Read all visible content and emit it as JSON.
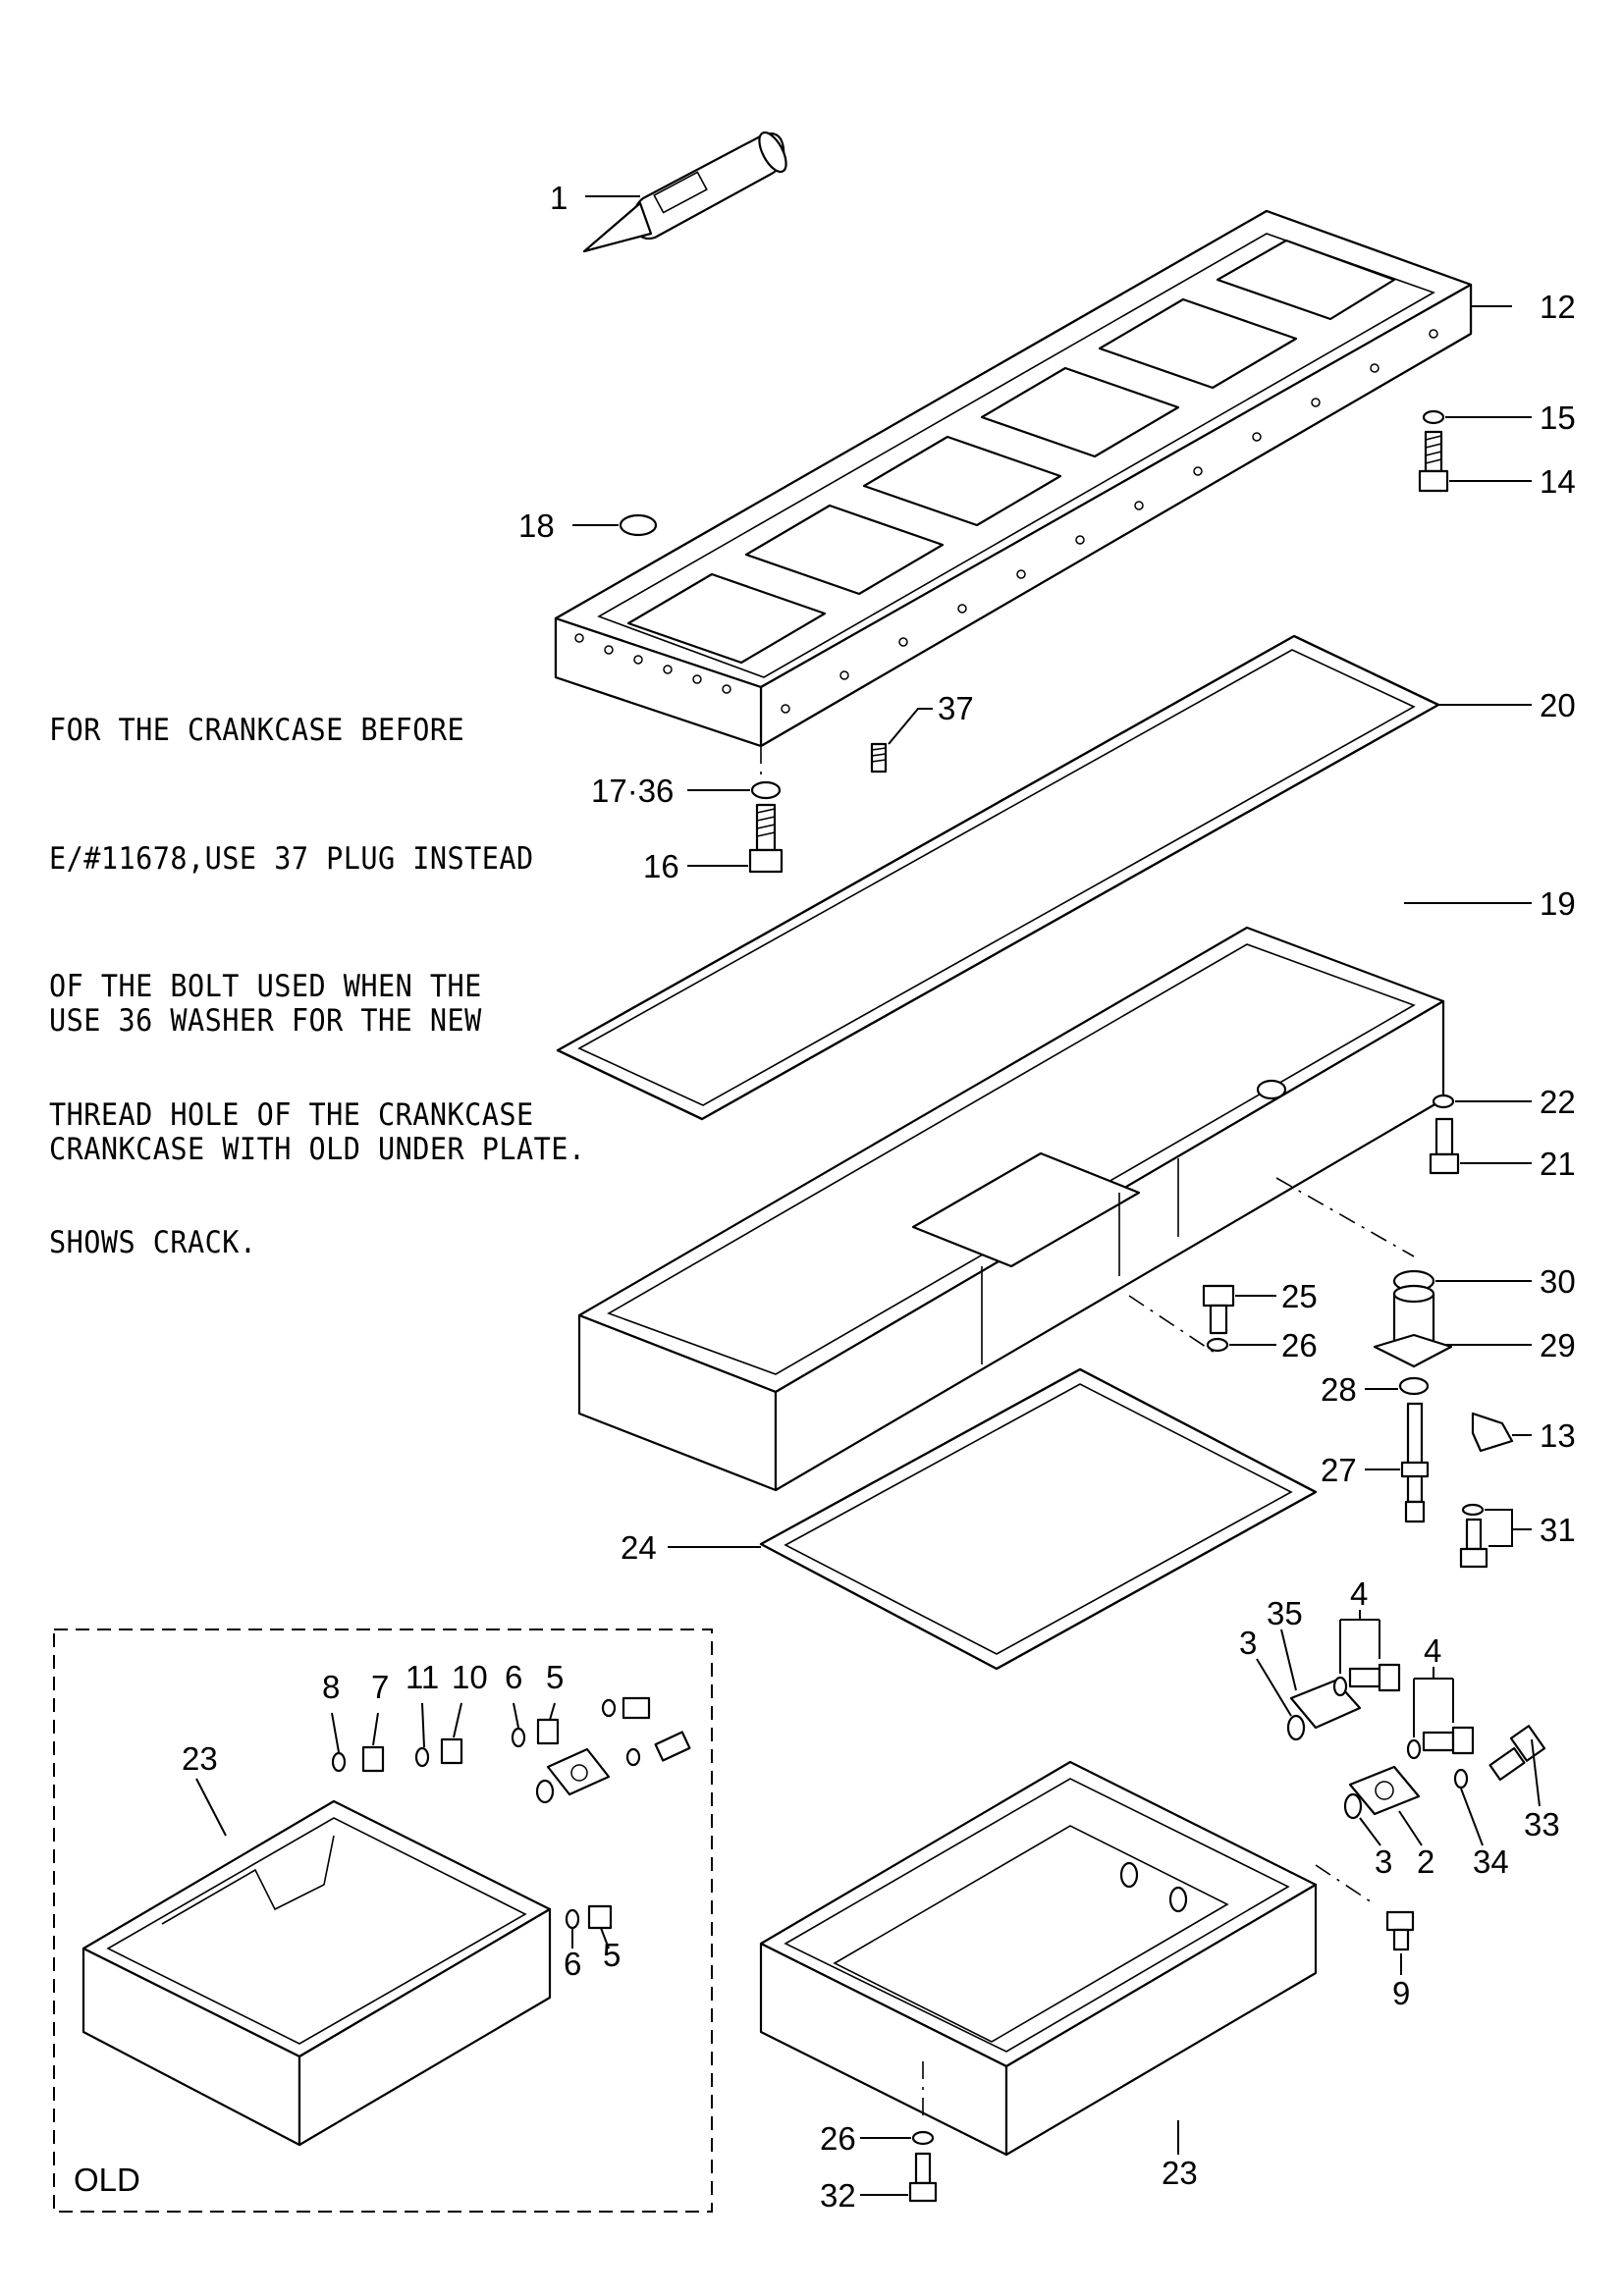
{
  "notes": {
    "note_1": [
      "FOR THE CRANKCASE BEFORE",
      "E/#11678,USE 37 PLUG INSTEAD",
      "OF THE BOLT USED WHEN THE",
      "THREAD HOLE OF THE CRANKCASE",
      "SHOWS CRACK."
    ],
    "note_2": [
      "USE 36 WASHER FOR THE NEW",
      "CRANKCASE WITH OLD UNDER PLATE."
    ]
  },
  "old_box_label": "OLD",
  "callouts": {
    "c1": "1",
    "c12": "12",
    "c15": "15",
    "c14": "14",
    "c18": "18",
    "c37": "37",
    "c17_36": "17·36",
    "c16": "16",
    "c20": "20",
    "c19": "19",
    "c22": "22",
    "c21": "21",
    "c30": "30",
    "c25": "25",
    "c26a": "26",
    "c29": "29",
    "c28": "28",
    "c13": "13",
    "c27": "27",
    "c31": "31",
    "c24": "24",
    "c35": "35",
    "c3a": "3",
    "c4a": "4",
    "c4b": "4",
    "c33": "33",
    "c34": "34",
    "c2": "2",
    "c3b": "3",
    "c9": "9",
    "c23r": "23",
    "c26b": "26",
    "c32": "32",
    "c8": "8",
    "c7": "7",
    "c11": "11",
    "c10": "10",
    "c6a": "6",
    "c5a": "5",
    "c23l": "23",
    "c6b": "6",
    "c5b": "5"
  }
}
